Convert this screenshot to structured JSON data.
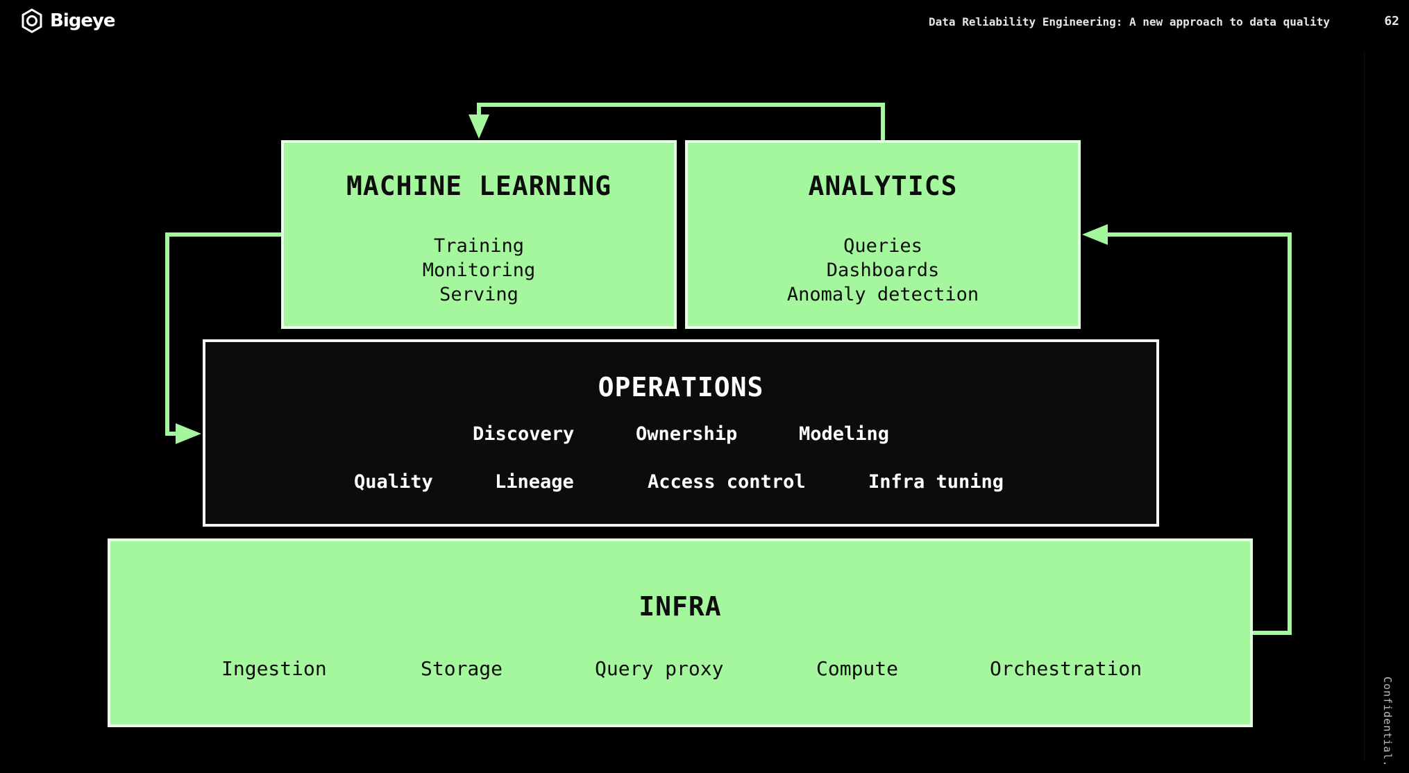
{
  "header": {
    "brand": "Bigeye",
    "subtitle": "Data Reliability Engineering: A new approach to data quality",
    "page_number": "62"
  },
  "footer": {
    "confidential": "Confidential."
  },
  "colors": {
    "green": "#a4f79c",
    "arrow": "#a4f79c",
    "dark": "#0b0d0c",
    "background": "#000000"
  },
  "diagram": {
    "machine_learning": {
      "title": "MACHINE LEARNING",
      "items": [
        "Training",
        "Monitoring",
        "Serving"
      ]
    },
    "analytics": {
      "title": "ANALYTICS",
      "items": [
        "Queries",
        "Dashboards",
        "Anomaly detection"
      ]
    },
    "operations": {
      "title": "OPERATIONS",
      "row1": [
        "Discovery",
        "Ownership",
        "Modeling"
      ],
      "row2": [
        "Quality",
        "Lineage",
        "Access control",
        "Infra tuning"
      ]
    },
    "infra": {
      "title": "INFRA",
      "items": [
        "Ingestion",
        "Storage",
        "Query proxy",
        "Compute",
        "Orchestration"
      ]
    }
  }
}
